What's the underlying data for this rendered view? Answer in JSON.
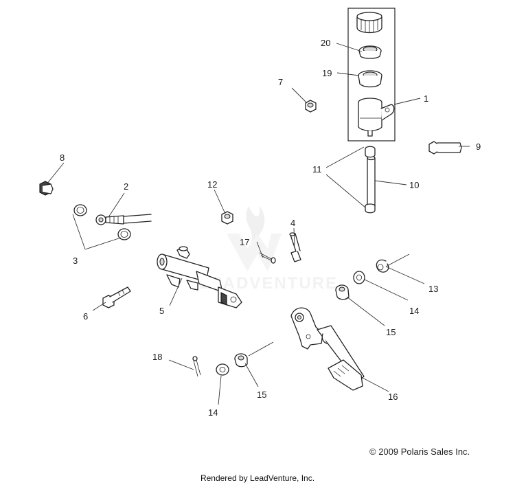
{
  "diagram": {
    "callouts": {
      "c1": "1",
      "c2": "2",
      "c3": "3",
      "c4": "4",
      "c5": "5",
      "c6": "6",
      "c7": "7",
      "c8": "8",
      "c9": "9",
      "c10": "10",
      "c11": "11",
      "c12": "12",
      "c13": "13",
      "c14a": "14",
      "c14b": "14",
      "c15a": "15",
      "c15b": "15",
      "c16": "16",
      "c17": "17",
      "c18": "18",
      "c19": "19",
      "c20": "20"
    },
    "watermark": "LEADVENTURE",
    "copyright": "© 2009 Polaris Sales Inc.",
    "rendered_by": "Rendered by LeadVenture, Inc."
  }
}
